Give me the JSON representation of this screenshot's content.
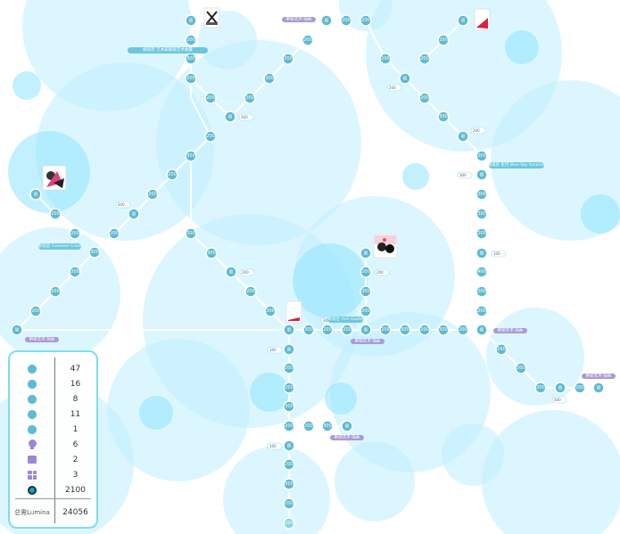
{
  "map": {
    "node_glyph": "node-icon",
    "cost_tags": [
      "200",
      "300",
      "200",
      "300",
      "200",
      "200",
      "100",
      "200",
      "300",
      "100",
      "300",
      "100"
    ],
    "labels": {
      "track_a": "解锁后 艺术家解锁艺术收藏",
      "track_b": "解锁后 Carousel Crisis",
      "track_c": "解锁后 星河 Blue Sky Ascends",
      "track_d": "解锁后 Anti-Guide",
      "reward_1": "解锁艺术·插画",
      "reward_2": "解锁艺术·插画",
      "reward_3": "解锁艺术·插画",
      "reward_4": "解锁艺术·插画",
      "reward_5": "解锁艺术·插画",
      "reward_6": "解锁艺术·插画"
    },
    "thumbnail_icons": [
      "artwork-thumbnail",
      "character-portrait-thumbnail",
      "character-pair-thumbnail",
      "red-card-thumbnail",
      "red-card-thumbnail"
    ]
  },
  "legend": {
    "rows": [
      {
        "icon": "node-200-icon",
        "value": "47"
      },
      {
        "icon": "node-300-icon",
        "value": "16"
      },
      {
        "icon": "node-400-icon",
        "value": "8"
      },
      {
        "icon": "node-500-icon",
        "value": "11"
      },
      {
        "icon": "node-1000-icon",
        "value": "1"
      },
      {
        "icon": "portrait-pin-icon",
        "value": "6"
      },
      {
        "icon": "image-icon",
        "value": "2"
      },
      {
        "icon": "grid-icon",
        "value": "3"
      },
      {
        "icon": "lumina-coin-icon",
        "value": "2100"
      }
    ],
    "total_label": "总需Lumina",
    "total_value": "24056"
  },
  "colors": {
    "bubble": "#bfefff",
    "node": "#5fbad2",
    "label_purple": "#a99bd8",
    "label_teal": "#6cc7de",
    "legend_border": "#7fdcee"
  }
}
